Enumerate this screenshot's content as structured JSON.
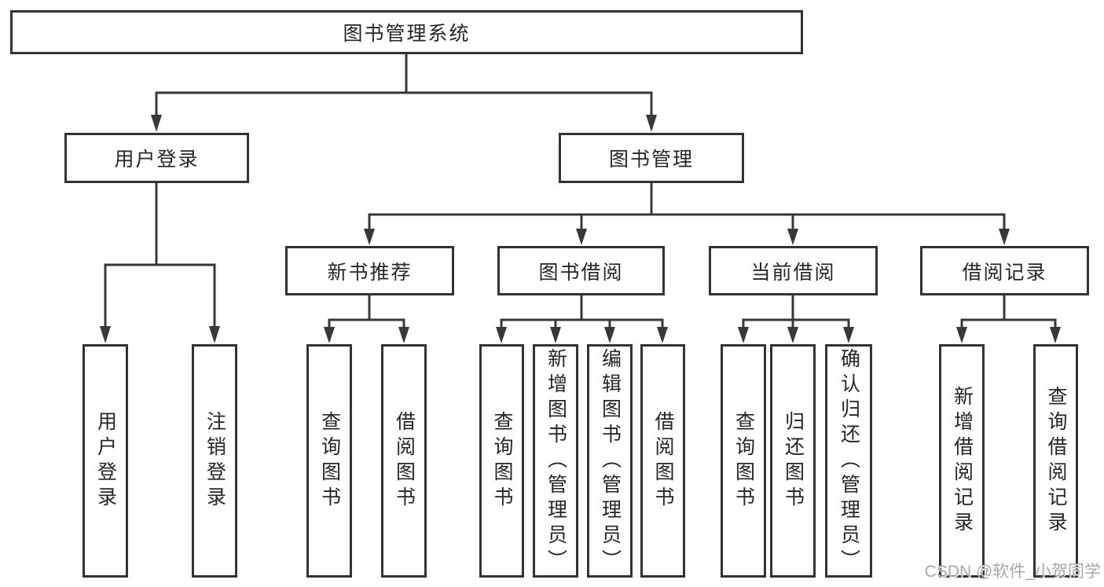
{
  "diagram": {
    "colors": {
      "line": "#383838",
      "border": "#333333",
      "text": "#262626",
      "background": "#ffffff",
      "watermark": "#a8a8a8"
    },
    "nodes": {
      "root": {
        "label": "图书管理系统"
      },
      "user_login": {
        "label": "用户登录",
        "children": [
          {
            "label": "用户登录"
          },
          {
            "label": "注销登录"
          }
        ]
      },
      "book_management": {
        "label": "图书管理",
        "groups": [
          {
            "label": "新书推荐",
            "children": [
              {
                "label": "查询图书"
              },
              {
                "label": "借阅图书"
              }
            ]
          },
          {
            "label": "图书借阅",
            "children": [
              {
                "label": "查询图书"
              },
              {
                "label": "新增图书（管理员）"
              },
              {
                "label": "编辑图书（管理员）"
              },
              {
                "label": "借阅图书"
              }
            ]
          },
          {
            "label": "当前借阅",
            "children": [
              {
                "label": "查询图书"
              },
              {
                "label": "归还图书"
              },
              {
                "label": "确认归还（管理员）"
              }
            ]
          },
          {
            "label": "借阅记录",
            "children": [
              {
                "label": "新增借阅记录"
              },
              {
                "label": "查询借阅记录"
              }
            ]
          }
        ]
      }
    },
    "watermark": {
      "text": "CSDN @软件_小贺同学"
    }
  }
}
